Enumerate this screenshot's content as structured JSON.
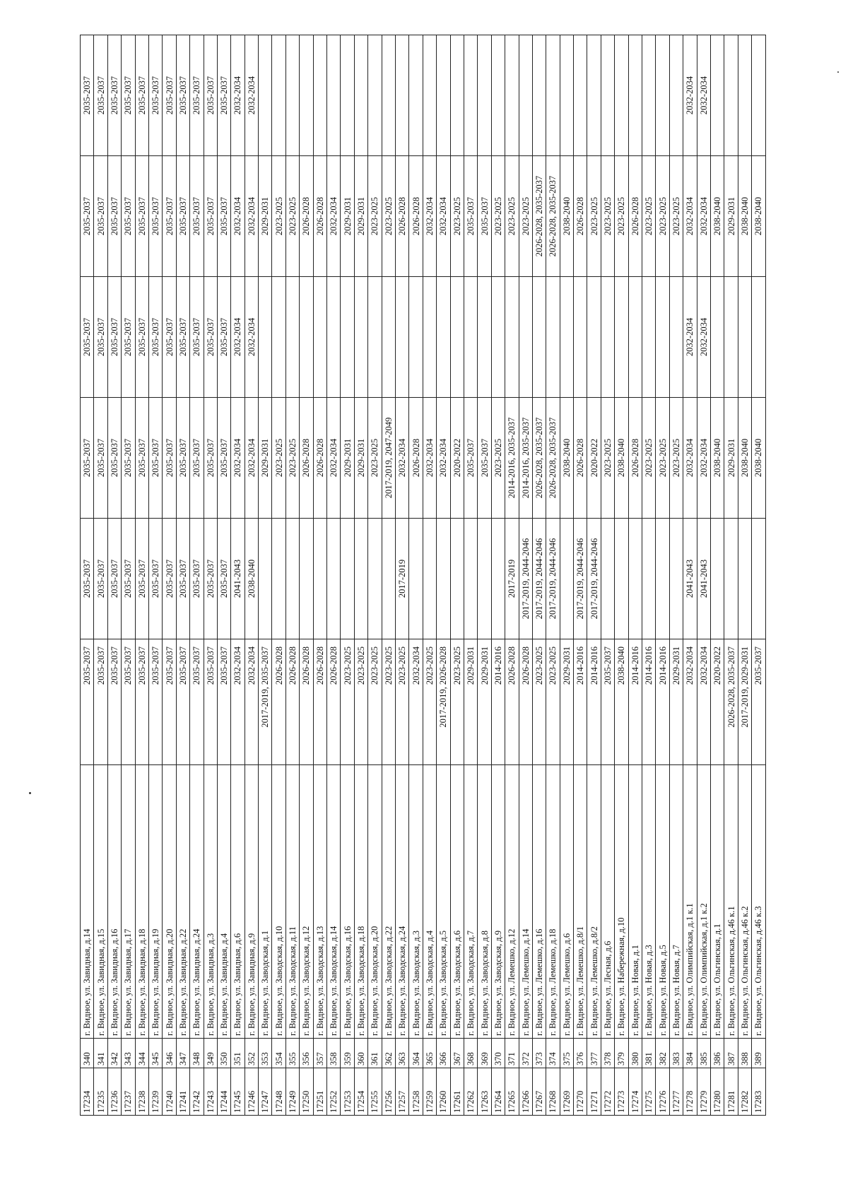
{
  "rows": [
    {
      "id": "17234",
      "num": "340",
      "addr": "г. Видное, ул. Завидная, д.14",
      "c1": "2035-2037",
      "c2": "2035-2037",
      "c3": "2035-2037",
      "c4": "2035-2037",
      "c5": "2035-2037",
      "c6": "2035-2037"
    },
    {
      "id": "17235",
      "num": "341",
      "addr": "г. Видное, ул. Завидная, д.15",
      "c1": "2035-2037",
      "c2": "2035-2037",
      "c3": "2035-2037",
      "c4": "2035-2037",
      "c5": "2035-2037",
      "c6": "2035-2037"
    },
    {
      "id": "17236",
      "num": "342",
      "addr": "г. Видное, ул. Завидная, д.16",
      "c1": "2035-2037",
      "c2": "2035-2037",
      "c3": "2035-2037",
      "c4": "2035-2037",
      "c5": "2035-2037",
      "c6": "2035-2037"
    },
    {
      "id": "17237",
      "num": "343",
      "addr": "г. Видное, ул. Завидная, д.17",
      "c1": "2035-2037",
      "c2": "2035-2037",
      "c3": "2035-2037",
      "c4": "2035-2037",
      "c5": "2035-2037",
      "c6": "2035-2037"
    },
    {
      "id": "17238",
      "num": "344",
      "addr": "г. Видное, ул. Завидная, д.18",
      "c1": "2035-2037",
      "c2": "2035-2037",
      "c3": "2035-2037",
      "c4": "2035-2037",
      "c5": "2035-2037",
      "c6": "2035-2037"
    },
    {
      "id": "17239",
      "num": "345",
      "addr": "г. Видное, ул. Завидная, д.19",
      "c1": "2035-2037",
      "c2": "2035-2037",
      "c3": "2035-2037",
      "c4": "2035-2037",
      "c5": "2035-2037",
      "c6": "2035-2037"
    },
    {
      "id": "17240",
      "num": "346",
      "addr": "г. Видное, ул. Завидная, д.20",
      "c1": "2035-2037",
      "c2": "2035-2037",
      "c3": "2035-2037",
      "c4": "2035-2037",
      "c5": "2035-2037",
      "c6": "2035-2037"
    },
    {
      "id": "17241",
      "num": "347",
      "addr": "г. Видное, ул. Завидная, д.22",
      "c1": "2035-2037",
      "c2": "2035-2037",
      "c3": "2035-2037",
      "c4": "2035-2037",
      "c5": "2035-2037",
      "c6": "2035-2037"
    },
    {
      "id": "17242",
      "num": "348",
      "addr": "г. Видное, ул. Завидная, д.24",
      "c1": "2035-2037",
      "c2": "2035-2037",
      "c3": "2035-2037",
      "c4": "2035-2037",
      "c5": "2035-2037",
      "c6": "2035-2037"
    },
    {
      "id": "17243",
      "num": "349",
      "addr": "г. Видное, ул. Завидная, д.3",
      "c1": "2035-2037",
      "c2": "2035-2037",
      "c3": "2035-2037",
      "c4": "2035-2037",
      "c5": "2035-2037",
      "c6": "2035-2037"
    },
    {
      "id": "17244",
      "num": "350",
      "addr": "г. Видное, ул. Завидная, д.4",
      "c1": "2035-2037",
      "c2": "2035-2037",
      "c3": "2035-2037",
      "c4": "2035-2037",
      "c5": "2035-2037",
      "c6": "2035-2037"
    },
    {
      "id": "17245",
      "num": "351",
      "addr": "г. Видное, ул. Завидная, д.6",
      "c1": "2032-2034",
      "c2": "2041-2043",
      "c3": "2032-2034",
      "c4": "2032-2034",
      "c5": "2032-2034",
      "c6": "2032-2034"
    },
    {
      "id": "17246",
      "num": "352",
      "addr": "г. Видное, ул. Завидная, д.9",
      "c1": "2032-2034",
      "c2": "2038-2040",
      "c3": "2032-2034",
      "c4": "2032-2034",
      "c5": "2032-2034",
      "c6": "2032-2034"
    },
    {
      "id": "17247",
      "num": "353",
      "addr": "г. Видное, ул. Заводская, д.1",
      "c1": "2017-2019, 2035-2037",
      "c2": "",
      "c3": "2029-2031",
      "c4": "",
      "c5": "2029-2031",
      "c6": ""
    },
    {
      "id": "17248",
      "num": "354",
      "addr": "г. Видное, ул. Заводская, д.10",
      "c1": "2026-2028",
      "c2": "",
      "c3": "2023-2025",
      "c4": "",
      "c5": "2023-2025",
      "c6": ""
    },
    {
      "id": "17249",
      "num": "355",
      "addr": "г. Видное, ул. Заводская, д.11",
      "c1": "2026-2028",
      "c2": "",
      "c3": "2023-2025",
      "c4": "",
      "c5": "2023-2025",
      "c6": ""
    },
    {
      "id": "17250",
      "num": "356",
      "addr": "г. Видное, ул. Заводская, д.12",
      "c1": "2026-2028",
      "c2": "",
      "c3": "2026-2028",
      "c4": "",
      "c5": "2026-2028",
      "c6": ""
    },
    {
      "id": "17251",
      "num": "357",
      "addr": "г. Видное, ул. Заводская, д.13",
      "c1": "2026-2028",
      "c2": "",
      "c3": "2026-2028",
      "c4": "",
      "c5": "2026-2028",
      "c6": ""
    },
    {
      "id": "17252",
      "num": "358",
      "addr": "г. Видное, ул. Заводская, д.14",
      "c1": "2026-2028",
      "c2": "",
      "c3": "2032-2034",
      "c4": "",
      "c5": "2032-2034",
      "c6": ""
    },
    {
      "id": "17253",
      "num": "359",
      "addr": "г. Видное, ул. Заводская, д.16",
      "c1": "2023-2025",
      "c2": "",
      "c3": "2029-2031",
      "c4": "",
      "c5": "2029-2031",
      "c6": ""
    },
    {
      "id": "17254",
      "num": "360",
      "addr": "г. Видное, ул. Заводская, д.18",
      "c1": "2023-2025",
      "c2": "",
      "c3": "2029-2031",
      "c4": "",
      "c5": "2029-2031",
      "c6": ""
    },
    {
      "id": "17255",
      "num": "361",
      "addr": "г. Видное, ул. Заводская, д.20",
      "c1": "2023-2025",
      "c2": "",
      "c3": "2023-2025",
      "c4": "",
      "c5": "2023-2025",
      "c6": ""
    },
    {
      "id": "17256",
      "num": "362",
      "addr": "г. Видное, ул. Заводская, д.22",
      "c1": "2023-2025",
      "c2": "",
      "c3": "2017-2019, 2047-2049",
      "c4": "",
      "c5": "2023-2025",
      "c6": ""
    },
    {
      "id": "17257",
      "num": "363",
      "addr": "г. Видное, ул. Заводская, д.24",
      "c1": "2023-2025",
      "c2": "2017-2019",
      "c3": "2032-2034",
      "c4": "",
      "c5": "2026-2028",
      "c6": ""
    },
    {
      "id": "17258",
      "num": "364",
      "addr": "г. Видное, ул. Заводская, д.3",
      "c1": "2032-2034",
      "c2": "",
      "c3": "2026-2028",
      "c4": "",
      "c5": "2026-2028",
      "c6": ""
    },
    {
      "id": "17259",
      "num": "365",
      "addr": "г. Видное, ул. Заводская, д.4",
      "c1": "2023-2025",
      "c2": "",
      "c3": "2032-2034",
      "c4": "",
      "c5": "2032-2034",
      "c6": ""
    },
    {
      "id": "17260",
      "num": "366",
      "addr": "г. Видное, ул. Заводская, д.5",
      "c1": "2017-2019, 2026-2028",
      "c2": "",
      "c3": "2032-2034",
      "c4": "",
      "c5": "2032-2034",
      "c6": ""
    },
    {
      "id": "17261",
      "num": "367",
      "addr": "г. Видное, ул. Заводская, д.6",
      "c1": "2023-2025",
      "c2": "",
      "c3": "2020-2022",
      "c4": "",
      "c5": "2023-2025",
      "c6": ""
    },
    {
      "id": "17262",
      "num": "368",
      "addr": "г. Видное, ул. Заводская, д.7",
      "c1": "2029-2031",
      "c2": "",
      "c3": "2035-2037",
      "c4": "",
      "c5": "2035-2037",
      "c6": ""
    },
    {
      "id": "17263",
      "num": "369",
      "addr": "г. Видное, ул. Заводская, д.8",
      "c1": "2029-2031",
      "c2": "",
      "c3": "2035-2037",
      "c4": "",
      "c5": "2035-2037",
      "c6": ""
    },
    {
      "id": "17264",
      "num": "370",
      "addr": "г. Видное, ул. Заводская, д.9",
      "c1": "2014-2016",
      "c2": "",
      "c3": "2023-2025",
      "c4": "",
      "c5": "2023-2025",
      "c6": ""
    },
    {
      "id": "17265",
      "num": "371",
      "addr": "г. Видное, ул. Лемешко, д.12",
      "c1": "2026-2028",
      "c2": "2017-2019",
      "c3": "2014-2016, 2035-2037",
      "c4": "",
      "c5": "2023-2025",
      "c6": ""
    },
    {
      "id": "17266",
      "num": "372",
      "addr": "г. Видное, ул. Лемешко, д.14",
      "c1": "2026-2028",
      "c2": "2017-2019, 2044-2046",
      "c3": "2014-2016, 2035-2037",
      "c4": "",
      "c5": "2023-2025",
      "c6": ""
    },
    {
      "id": "17267",
      "num": "373",
      "addr": "г. Видное, ул. Лемешко, д.16",
      "c1": "2023-2025",
      "c2": "2017-2019, 2044-2046",
      "c3": "2026-2028, 2035-2037",
      "c4": "",
      "c5": "2026-2028, 2035-2037",
      "c6": ""
    },
    {
      "id": "17268",
      "num": "374",
      "addr": "г. Видное, ул. Лемешко, д.18",
      "c1": "2023-2025",
      "c2": "2017-2019, 2044-2046",
      "c3": "2026-2028, 2035-2037",
      "c4": "",
      "c5": "2026-2028, 2035-2037",
      "c6": ""
    },
    {
      "id": "17269",
      "num": "375",
      "addr": "г. Видное, ул. Лемешко, д.6",
      "c1": "2029-2031",
      "c2": "",
      "c3": "2038-2040",
      "c4": "",
      "c5": "2038-2040",
      "c6": ""
    },
    {
      "id": "17270",
      "num": "376",
      "addr": "г. Видное, ул. Лемешко, д.8/1",
      "c1": "2014-2016",
      "c2": "2017-2019, 2044-2046",
      "c3": "2026-2028",
      "c4": "",
      "c5": "2026-2028",
      "c6": ""
    },
    {
      "id": "17271",
      "num": "377",
      "addr": "г. Видное, ул. Лемешко, д.8/2",
      "c1": "2014-2016",
      "c2": "2017-2019, 2044-2046",
      "c3": "2020-2022",
      "c4": "",
      "c5": "2023-2025",
      "c6": ""
    },
    {
      "id": "17272",
      "num": "378",
      "addr": "г. Видное, ул. Лесная, д.6",
      "c1": "2035-2037",
      "c2": "",
      "c3": "2023-2025",
      "c4": "",
      "c5": "2023-2025",
      "c6": ""
    },
    {
      "id": "17273",
      "num": "379",
      "addr": "г. Видное, ул. Набережная, д.10",
      "c1": "2038-2040",
      "c2": "",
      "c3": "2038-2040",
      "c4": "",
      "c5": "2023-2025",
      "c6": ""
    },
    {
      "id": "17274",
      "num": "380",
      "addr": "г. Видное, ул. Новая, д.1",
      "c1": "2014-2016",
      "c2": "",
      "c3": "2026-2028",
      "c4": "",
      "c5": "2026-2028",
      "c6": ""
    },
    {
      "id": "17275",
      "num": "381",
      "addr": "г. Видное, ул. Новая, д.3",
      "c1": "2014-2016",
      "c2": "",
      "c3": "2023-2025",
      "c4": "",
      "c5": "2023-2025",
      "c6": ""
    },
    {
      "id": "17276",
      "num": "382",
      "addr": "г. Видное, ул. Новая, д.5",
      "c1": "2014-2016",
      "c2": "",
      "c3": "2023-2025",
      "c4": "",
      "c5": "2023-2025",
      "c6": ""
    },
    {
      "id": "17277",
      "num": "383",
      "addr": "г. Видное, ул. Новая, д.7",
      "c1": "2029-2031",
      "c2": "",
      "c3": "2023-2025",
      "c4": "",
      "c5": "2023-2025",
      "c6": ""
    },
    {
      "id": "17278",
      "num": "384",
      "addr": "г. Видное, ул. Олимпийская, д.1 к.1",
      "c1": "2032-2034",
      "c2": "2041-2043",
      "c3": "2032-2034",
      "c4": "2032-2034",
      "c5": "2032-2034",
      "c6": "2032-2034"
    },
    {
      "id": "17279",
      "num": "385",
      "addr": "г. Видное, ул. Олимпийская, д.1 к.2",
      "c1": "2032-2034",
      "c2": "2041-2043",
      "c3": "2032-2034",
      "c4": "2032-2034",
      "c5": "2032-2034",
      "c6": "2032-2034"
    },
    {
      "id": "17280",
      "num": "386",
      "addr": "г. Видное, ул. Ольгинская, д.1",
      "c1": "2020-2022",
      "c2": "",
      "c3": "2038-2040",
      "c4": "",
      "c5": "2038-2040",
      "c6": ""
    },
    {
      "id": "17281",
      "num": "387",
      "addr": "г. Видное, ул. Ольгинская, д.46 к.1",
      "c1": "2026-2028, 2035-2037",
      "c2": "",
      "c3": "2029-2031",
      "c4": "",
      "c5": "2029-2031",
      "c6": ""
    },
    {
      "id": "17282",
      "num": "388",
      "addr": "г. Видное, ул. Ольгинская, д.46 к.2",
      "c1": "2017-2019, 2029-2031",
      "c2": "",
      "c3": "2038-2040",
      "c4": "",
      "c5": "2038-2040",
      "c6": ""
    },
    {
      "id": "17283",
      "num": "389",
      "addr": "г. Видное, ул. Ольгинская, д.46 к.3",
      "c1": "2035-2037",
      "c2": "",
      "c3": "2038-2040",
      "c4": "",
      "c5": "2038-2040",
      "c6": ""
    }
  ]
}
